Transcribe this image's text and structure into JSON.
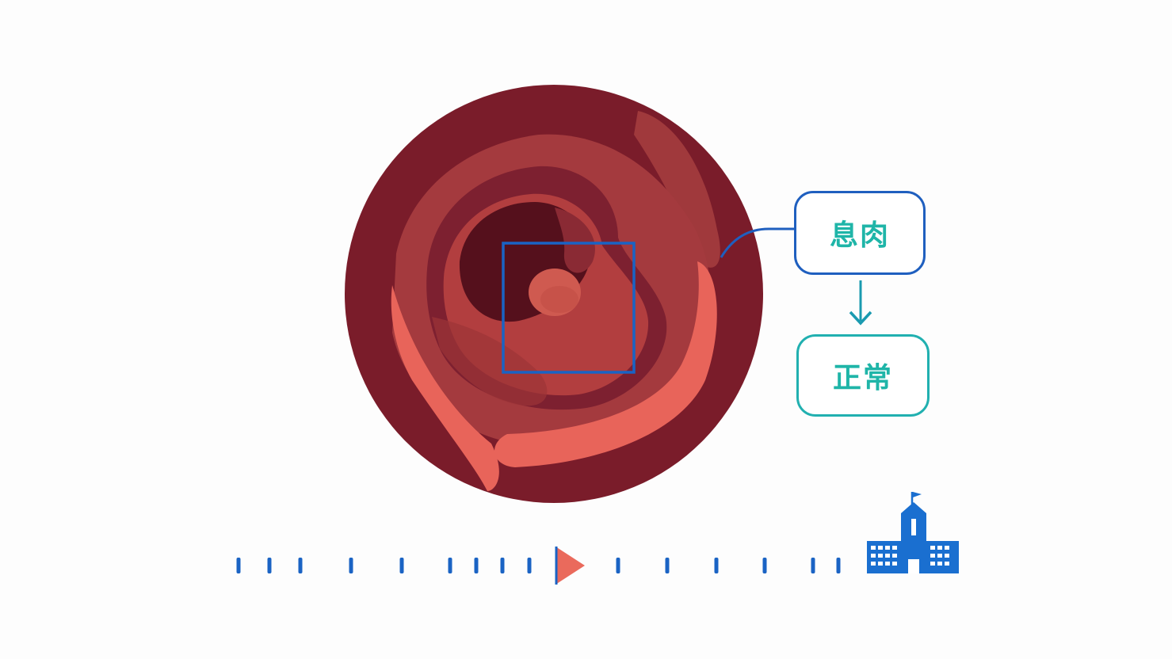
{
  "diagram": {
    "labels": {
      "before": "息肉",
      "after": "正常"
    },
    "icons": {
      "endoscope_view": "colon-lumen-illustration",
      "polyp": "polyp-icon",
      "timeline_play": "play-marker-icon",
      "destination": "hospital-building-icon",
      "transition": "arrow-down-icon"
    },
    "colors": {
      "outer_wall": "#7a1c2a",
      "fold": "#a43a3e",
      "fold_highlight": "#e8645a",
      "lumen": "#55101c",
      "polyp": "#cf5a50",
      "detection_box": "#1a63c4",
      "label_border_top": "#1f5fbf",
      "label_border_bottom": "#21b0b0",
      "label_text": "#1fb5a8",
      "arrow": "#1a9ab0",
      "timeline_tick": "#1a63c4",
      "play_marker": "#ea6a5c",
      "building": "#1a6fd0"
    }
  }
}
